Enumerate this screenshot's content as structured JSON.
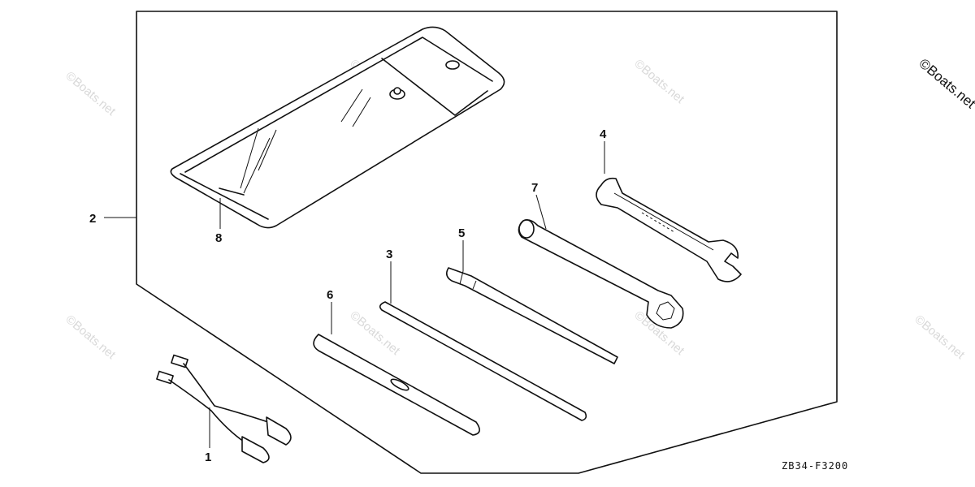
{
  "watermark": "©Boats.net",
  "diagram_code": "ZB34-F3200",
  "callouts": {
    "c1": "1",
    "c2": "2",
    "c3": "3",
    "c4": "4",
    "c5": "5",
    "c6": "6",
    "c7": "7",
    "c8": "8"
  }
}
